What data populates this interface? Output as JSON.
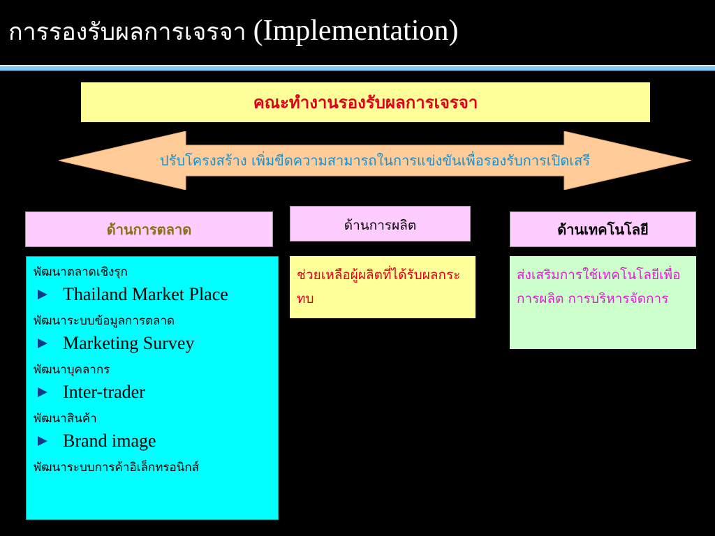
{
  "title": {
    "thai": "การรองรับผลการเจรจา",
    "english": "(Implementation)"
  },
  "committee": "คณะทำงานรองรับผลการเจรจา",
  "arrow": {
    "text": "ปรับโครงสร้าง เพิ่มขีดความสามารถในการแข่งขันเพื่อรองรับการเปิดเสรี",
    "fill_color": "#ffcc99"
  },
  "columns": {
    "marketing": {
      "heading": "ด้านการตลาด",
      "items": [
        {
          "thai": "พัฒนาตลาดเชิงรุก",
          "english": "Thailand Market Place"
        },
        {
          "thai": "พัฒนาระบบข้อมูลการตลาด",
          "english": "Marketing Survey"
        },
        {
          "thai": "พัฒนาบุคลากร",
          "english": "Inter-trader"
        },
        {
          "thai": "พัฒนาสินค้า",
          "english": "Brand image"
        }
      ],
      "last": "พัฒนาระบบการค้าอิเล็กทรอนิกส์"
    },
    "production": {
      "heading": "ด้านการผลิต",
      "body": "ช่วยเหลือผู้ผลิตที่ได้รับผลกระทบ"
    },
    "technology": {
      "heading": "ด้านเทคโนโลยี",
      "body": "ส่งเสริมการใช้เทคโนโลยีเพื่อการผลิต การบริหารจัดการ"
    }
  },
  "colors": {
    "background": "#000000",
    "committee_bg": "#ffff99",
    "committee_text": "#e0001a",
    "marketing_bg": "#00ffff",
    "heading_bg": "#ffccff",
    "technology_bg": "#ccffcc",
    "technology_text": "#e020d0"
  }
}
